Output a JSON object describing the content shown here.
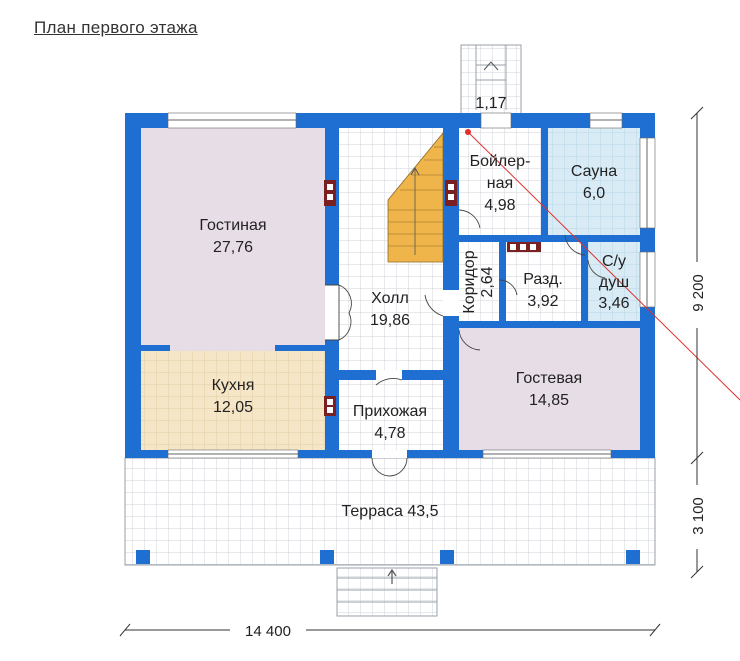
{
  "title": "План первого этажа",
  "colors": {
    "wall": "#1e6fd1",
    "grid_floor": "#ffffff",
    "grid_line": "#cfd3da",
    "living": "#e7dde6",
    "kitchen": "#f5e6c8",
    "sauna": "#d9ecf6",
    "stairs": "#f0b54a",
    "guide_line": "#e0302b"
  },
  "rooms": {
    "gostinaya": {
      "name": "Гостиная",
      "area": "27,76"
    },
    "kuhnya": {
      "name": "Кухня",
      "area": "12,05"
    },
    "holl": {
      "name": "Холл",
      "area": "19,86"
    },
    "prihozhaya": {
      "name": "Прихожая",
      "area": "4,78"
    },
    "boiler_line1": "Бойлер-",
    "boiler_line2": "ная",
    "boiler_area": "4,98",
    "sauna": {
      "name": "Сауна",
      "area": "6,0"
    },
    "koridor": {
      "name": "Коридор",
      "area": "2,64"
    },
    "razd": {
      "name": "Разд.",
      "area": "3,92"
    },
    "su_line1": "С/у",
    "su_line2": "душ",
    "su_area": "3,46",
    "gostevaya": {
      "name": "Гостевая",
      "area": "14,85"
    },
    "terrasa": "Терраса 43,5",
    "porch_area": "1,17"
  },
  "dimensions": {
    "width": "14 400",
    "depth_main": "9 200",
    "depth_terrace": "3 100"
  }
}
